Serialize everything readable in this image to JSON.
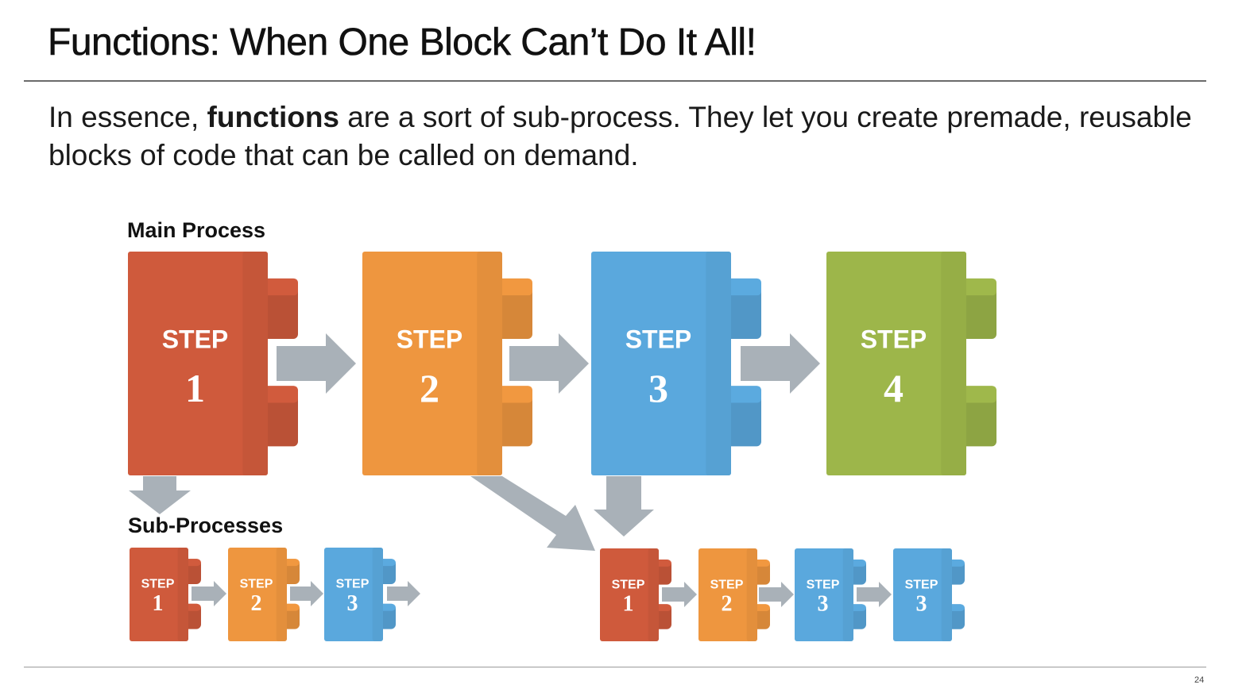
{
  "slide": {
    "title": "Functions: When One Block Can’t Do It All!",
    "intro_before": "In essence, ",
    "intro_bold": "functions",
    "intro_after": " are a sort of sub-process. They let you create premade, reusable blocks of code that can be called on demand.",
    "main_label": "Main Process",
    "sub_label": "Sub-Processes",
    "slide_number": "24"
  },
  "colors": {
    "red": "#cf5a3c",
    "orange": "#ee963f",
    "blue": "#5aa8dd",
    "green": "#9db64a",
    "arrow": "#a9b1b8"
  },
  "main_blocks": [
    {
      "word": "STEP",
      "num": "1",
      "color": "red"
    },
    {
      "word": "STEP",
      "num": "2",
      "color": "orange"
    },
    {
      "word": "STEP",
      "num": "3",
      "color": "blue"
    },
    {
      "word": "STEP",
      "num": "4",
      "color": "green"
    }
  ],
  "sub_group_a": [
    {
      "word": "STEP",
      "num": "1",
      "color": "red"
    },
    {
      "word": "STEP",
      "num": "2",
      "color": "orange"
    },
    {
      "word": "STEP",
      "num": "3",
      "color": "blue"
    }
  ],
  "sub_group_b": [
    {
      "word": "STEP",
      "num": "1",
      "color": "red"
    },
    {
      "word": "STEP",
      "num": "2",
      "color": "orange"
    },
    {
      "word": "STEP",
      "num": "3",
      "color": "blue"
    },
    {
      "word": "STEP",
      "num": "3",
      "color": "blue"
    }
  ]
}
